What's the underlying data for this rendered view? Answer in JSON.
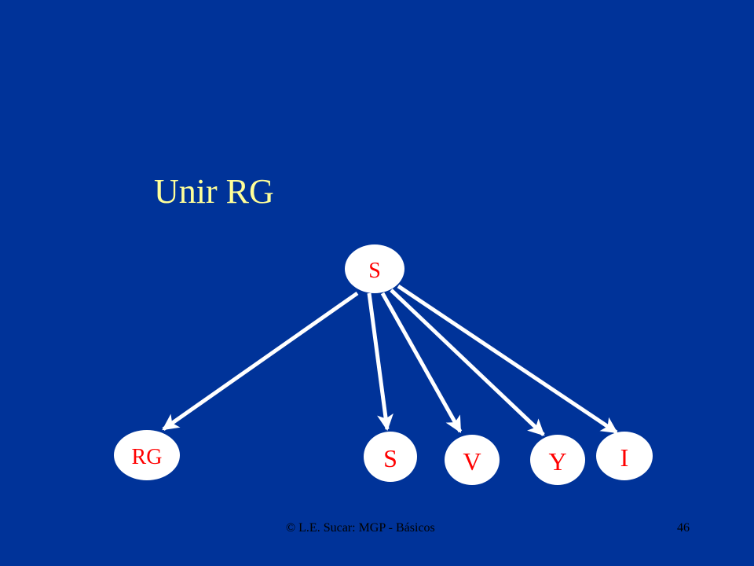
{
  "slide": {
    "title": "Unir RG",
    "footer": "© L.E. Sucar: MGP - Básicos",
    "page_number": "46"
  },
  "diagram": {
    "root": {
      "id": "S-root",
      "label": "S"
    },
    "children": [
      {
        "id": "RG",
        "label": "RG"
      },
      {
        "id": "S",
        "label": "S"
      },
      {
        "id": "V",
        "label": "V"
      },
      {
        "id": "Y",
        "label": "Y"
      },
      {
        "id": "I",
        "label": "I"
      }
    ],
    "colors": {
      "background": "#003399",
      "title": "#ffff99",
      "node_fill": "#ffffff",
      "node_label": "#ff0000",
      "edge": "#ffffff",
      "footer": "#000000"
    }
  }
}
